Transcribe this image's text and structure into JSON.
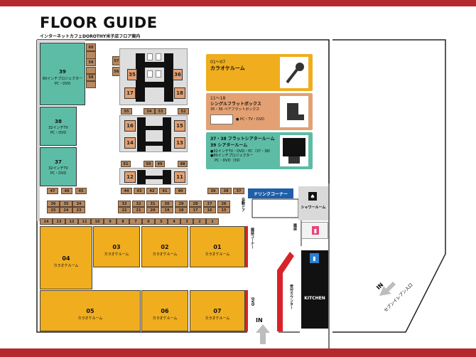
{
  "header": {
    "title": "FLOOR GUIDE",
    "subtitle": "インターネットカフェDOROTHY米子店フロア案内"
  },
  "theater_rooms": [
    {
      "number": "39",
      "label": "80インチプロジェクター",
      "detail": "PC・DVD"
    },
    {
      "number": "38",
      "label": "32インチTV",
      "detail": "PC・DVD"
    },
    {
      "number": "37",
      "label": "32インチTV",
      "detail": "PC・DVD"
    }
  ],
  "booths": {
    "left_column": [
      "60",
      "59",
      "58"
    ],
    "row_upper_left": [
      "57",
      "56"
    ],
    "middle_row": [
      "55",
      "54",
      "53",
      "52"
    ],
    "mid2_row": [
      "51",
      "50",
      "49",
      "48"
    ],
    "row_47": [
      "47",
      "46",
      "45"
    ],
    "row_44": [
      "44",
      "43",
      "42",
      "41",
      "40"
    ],
    "row_39": [
      "39",
      "38",
      "37"
    ],
    "block_a_top": [
      "36",
      "35",
      "34"
    ],
    "block_a_bottom": [
      "25",
      "24",
      "23"
    ],
    "block_b_top": [
      "33",
      "32",
      "31",
      "30",
      "29",
      "28",
      "27",
      "26"
    ],
    "block_b_bottom": [
      "22",
      "21",
      "20",
      "19",
      "18",
      "17",
      "16",
      "15"
    ],
    "long_row": [
      "14",
      "13",
      "12",
      "11",
      "10",
      "9",
      "8",
      "7",
      "6",
      "5",
      "4",
      "3",
      "2",
      "1"
    ]
  },
  "pair_booths": [
    {
      "left": "35",
      "right": "36"
    },
    {
      "left": "17",
      "right": "18"
    },
    {
      "left": "16",
      "right": "15"
    },
    {
      "left": "14",
      "right": "13"
    },
    {
      "left": "12",
      "right": "11"
    }
  ],
  "karaoke_rooms": [
    {
      "number": "04",
      "label": "カラオケルーム"
    },
    {
      "number": "03",
      "label": "カラオケルーム"
    },
    {
      "number": "02",
      "label": "カラオケルーム"
    },
    {
      "number": "01",
      "label": "カラオケルーム"
    },
    {
      "number": "05",
      "label": "カラオケルーム"
    },
    {
      "number": "06",
      "label": "カラオケルーム"
    },
    {
      "number": "07",
      "label": "カラオケルーム"
    }
  ],
  "legend": {
    "karaoke": {
      "range": "01～07",
      "name": "カラオケルーム",
      "color": "#f0ad1e"
    },
    "flat": {
      "range": "11～18",
      "name": "シングルフラットボックス",
      "sub": "35・36 ペアフラットボックス",
      "note": "● PC・TV・DVD",
      "color": "#e3a072"
    },
    "theater": {
      "line1": "37・38 フラットシアタールーム",
      "line2": "39 シアタールーム",
      "note1": "●32インチTV・DVD・PC（37・38）",
      "note2": "●80インチプロジェクター",
      "note3": "PC・DVD（39）",
      "color": "#5dbca5"
    }
  },
  "facilities": {
    "drink_corner": "ドリンクコーナー",
    "shower_room": "シャワールーム",
    "auto_door": "自動ドア",
    "magazine_corner": "雑誌コーナー",
    "magazines": "雑誌",
    "dvd": "DVD",
    "reception_counter": "受付カウンター",
    "kitchen": "KITCHEN",
    "entrance": "IN",
    "store_entrance": "IN",
    "seven_eleven": "セブンイレブン入口"
  },
  "colors": {
    "bar_red": "#b5282e",
    "teal": "#5dbca5",
    "orange": "#f0ad1e",
    "booth_brown": "#b7895f",
    "pair_pink": "#e3a072",
    "drink_blue": "#1f5ea8"
  }
}
